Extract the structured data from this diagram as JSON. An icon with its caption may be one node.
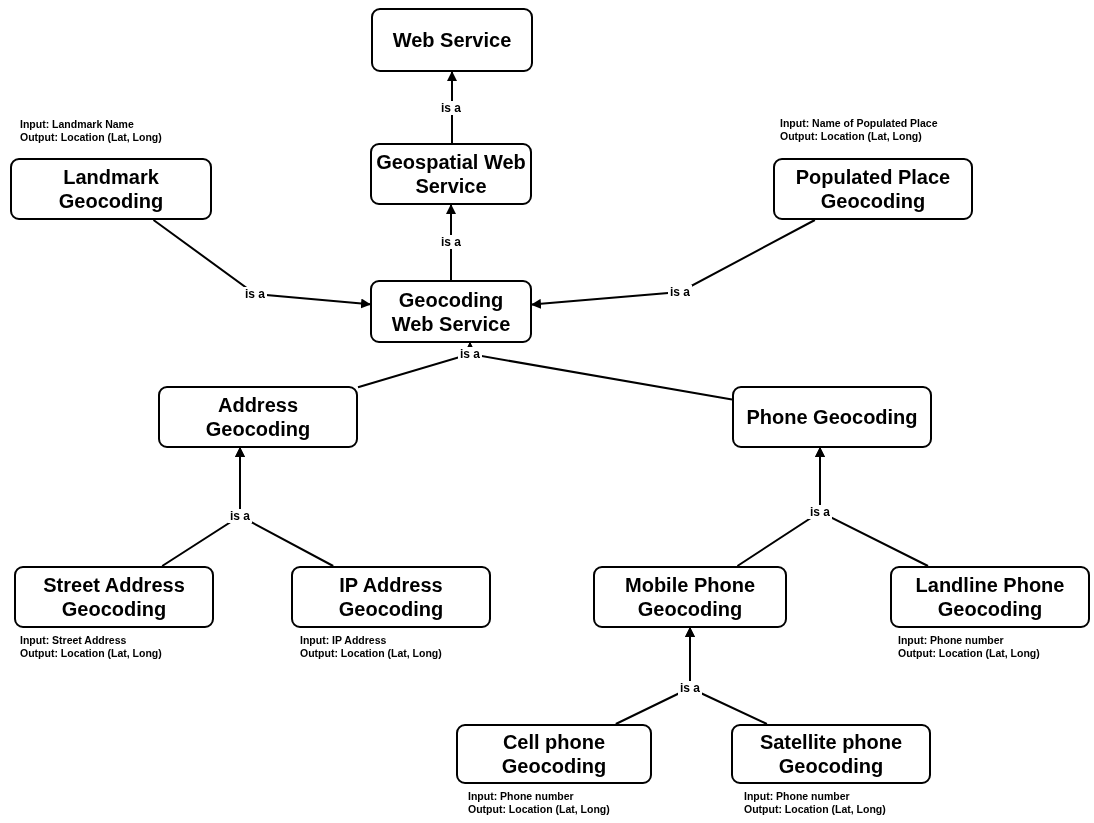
{
  "diagram": {
    "nodes": [
      {
        "text": [
          "Web Service"
        ]
      },
      {
        "text": [
          "Geospatial Web Service"
        ]
      },
      {
        "text": [
          "Landmark Geocoding"
        ],
        "beside": [
          "Input: Landmark Name",
          "Output: Location (Lat, Long)"
        ]
      },
      {
        "text": [
          "Populated Place Geocoding"
        ],
        "beside": [
          "Input: Name of Populated Place",
          "Output: Location (Lat, Long)"
        ]
      },
      {
        "text": [
          "Geocoding Web Service"
        ]
      },
      {
        "text": [
          "Address Geocoding"
        ]
      },
      {
        "text": [
          "Phone Geocoding"
        ]
      },
      {
        "text": [
          "Street Address Geocoding"
        ],
        "beside": [
          "Input: Street Address",
          "Output: Location (Lat, Long)"
        ]
      },
      {
        "text": [
          "IP Address Geocoding"
        ],
        "beside": [
          "Input: IP Address",
          "Output: Location (Lat, Long)"
        ]
      },
      {
        "text": [
          "Mobile Phone Geocoding"
        ]
      },
      {
        "text": [
          "Landline Phone Geocoding"
        ],
        "beside": [
          "Input: Phone number",
          "Output: Location (Lat, Long)"
        ]
      },
      {
        "text": [
          "Cell phone Geocoding"
        ],
        "beside": [
          "Input: Phone number",
          "Output: Location (Lat, Long)"
        ]
      },
      {
        "text": [
          "Satellite phone Geocoding"
        ],
        "beside": [
          "Input: Phone number",
          "Output: Location (Lat, Long)"
        ]
      }
    ],
    "edges": [
      {
        "from": 1,
        "to": 0,
        "arrow": "to",
        "label": "is a"
      },
      {
        "from": 4,
        "to": 1,
        "arrow": "to",
        "label": "is a"
      },
      {
        "from": 2,
        "to": 4,
        "arrow": "to",
        "label": "is a"
      },
      {
        "from": 3,
        "to": 4,
        "arrow": "to",
        "label": "is a"
      },
      {
        "from": 5,
        "to": 4,
        "arrow": "to",
        "label": "is a"
      },
      {
        "from": 6,
        "to": 4,
        "arrow": "to"
      },
      {
        "from": 7,
        "to": 5,
        "arrow": "to",
        "label": "is a"
      },
      {
        "from": 8,
        "to": 5,
        "arrow": "to"
      },
      {
        "from": 9,
        "to": 6,
        "arrow": "to",
        "label": "is a"
      },
      {
        "from": 10,
        "to": 6,
        "arrow": "to"
      },
      {
        "from": 11,
        "to": 9,
        "arrow": "to",
        "label": "is a"
      },
      {
        "from": 12,
        "to": 9,
        "arrow": "to"
      }
    ]
  }
}
